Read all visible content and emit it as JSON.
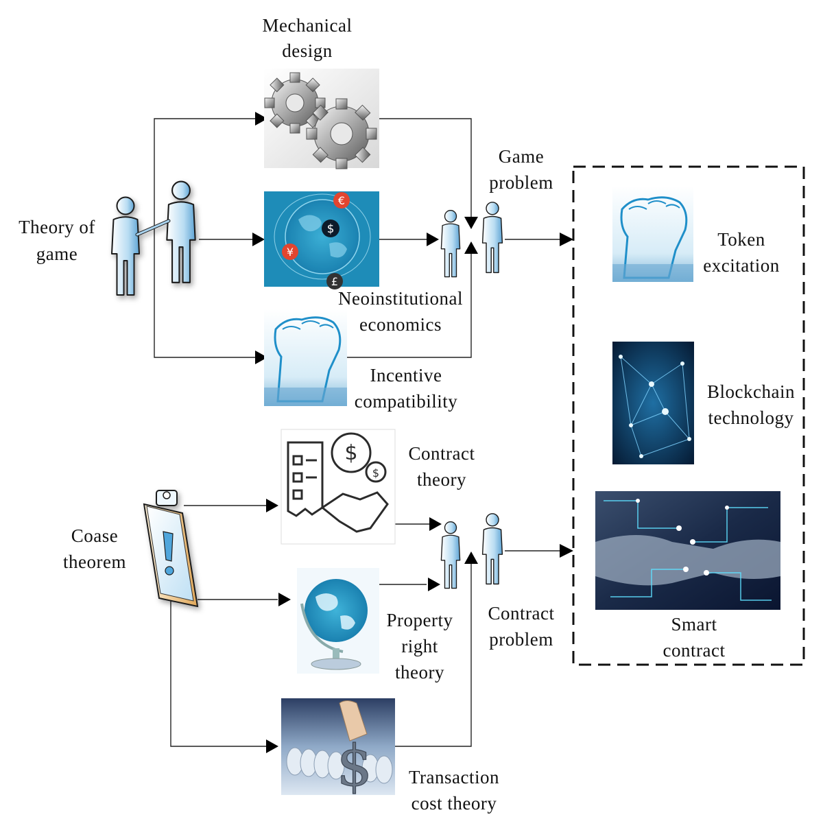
{
  "labels": {
    "theory_of_game": [
      "Theory of",
      "game"
    ],
    "mechanical_design": [
      "Mechanical",
      "design"
    ],
    "neoinstitutional_economics": [
      "Neoinstitutional",
      "economics"
    ],
    "incentive_compatibility": [
      "Incentive",
      "compatibility"
    ],
    "game_problem": [
      "Game",
      "problem"
    ],
    "token_excitation": [
      "Token",
      "excitation"
    ],
    "blockchain_technology": [
      "Blockchain",
      "technology"
    ],
    "smart_contract": [
      "Smart",
      "contract"
    ],
    "coase_theorem": [
      "Coase",
      "theorem"
    ],
    "contract_theory": [
      "Contract",
      "theory"
    ],
    "property_right_theory": [
      "Property",
      "right",
      "theory"
    ],
    "transaction_cost_theory": [
      "Transaction",
      "cost theory"
    ],
    "contract_problem": [
      "Contract",
      "problem"
    ]
  },
  "icons": {
    "gears": "gears-icon",
    "globe_currency": "globe-currency-icon",
    "fist": "raised-fist-icon",
    "handshake_people": "handshake-people-icon",
    "clipboard_alert": "clipboard-alert-icon",
    "contract_handshake": "contract-handshake-icon",
    "desk_globe": "desk-globe-icon",
    "dollar_hand": "dollar-hand-icon",
    "network": "network-icon",
    "digital_handshake": "digital-handshake-icon"
  },
  "currency_symbols": [
    "€",
    "$",
    "¥",
    "£"
  ],
  "colors": {
    "accent_blue": "#1f8fc9",
    "person_blue": "#8ec5ea",
    "currency_red": "#e2452f",
    "dark_navy": "#0b2038"
  }
}
